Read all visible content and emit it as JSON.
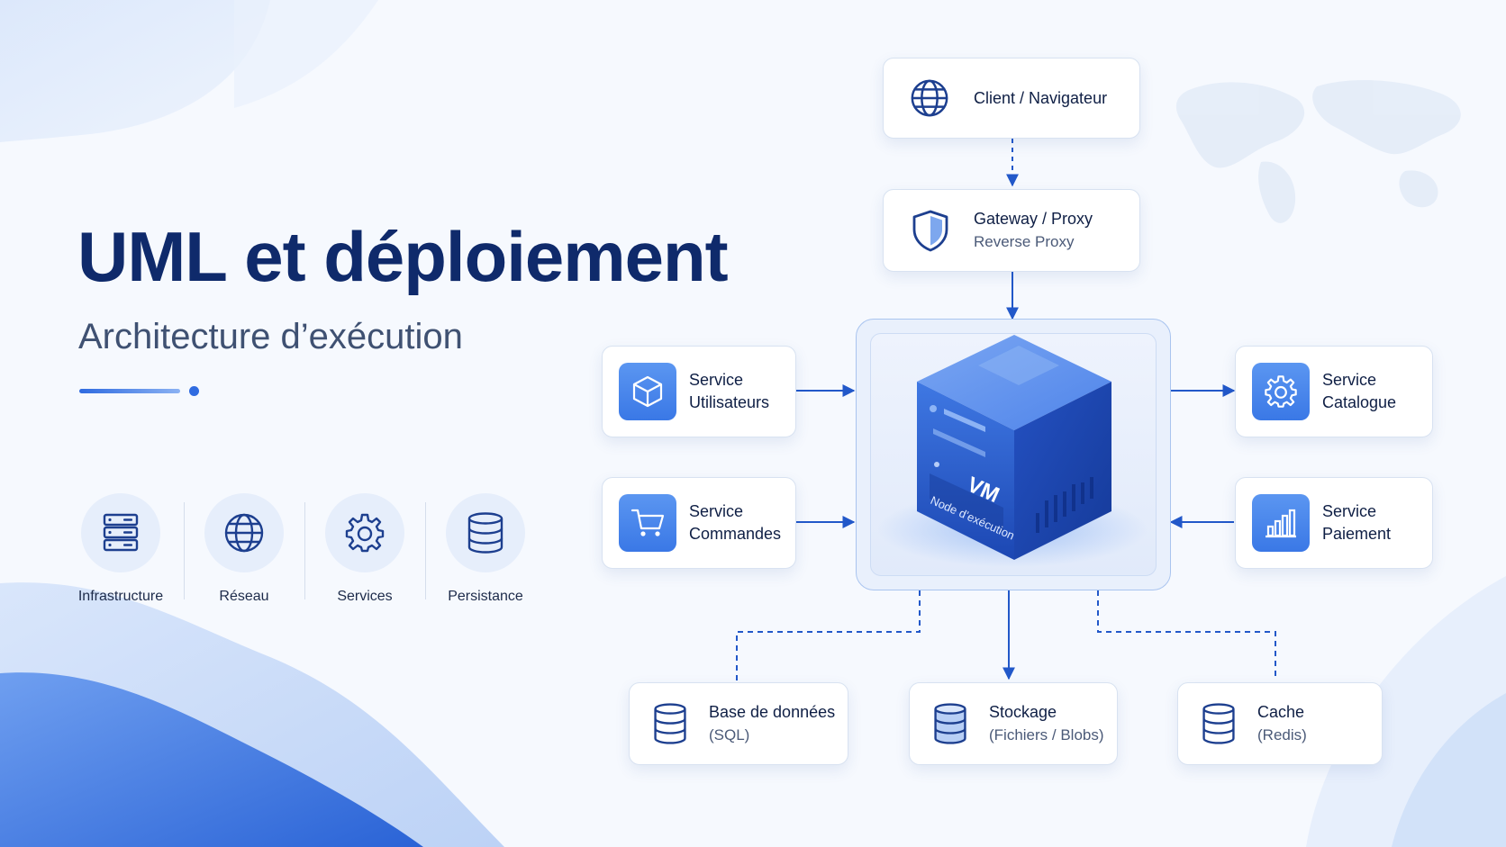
{
  "header": {
    "title": "UML et déploiement",
    "subtitle": "Architecture d’exécution"
  },
  "categories": [
    {
      "label": "Infrastructure",
      "icon": "server-rack-icon"
    },
    {
      "label": "Réseau",
      "icon": "globe-icon"
    },
    {
      "label": "Services",
      "icon": "gear-icon"
    },
    {
      "label": "Persistance",
      "icon": "database-icon"
    }
  ],
  "diagram": {
    "client": {
      "label": "Client / Navigateur",
      "icon": "globe-icon"
    },
    "gateway": {
      "label": "Gateway / Proxy",
      "sub": "Reverse Proxy",
      "icon": "shield-icon"
    },
    "vm": {
      "label": "VM",
      "sub": "Node d’exécution",
      "icon": "cube-server-icon"
    },
    "services_left": [
      {
        "line1": "Service",
        "line2": "Utilisateurs",
        "icon": "box-icon"
      },
      {
        "line1": "Service",
        "line2": "Commandes",
        "icon": "cart-icon"
      }
    ],
    "services_right": [
      {
        "line1": "Service",
        "line2": "Catalogue",
        "icon": "gear-icon"
      },
      {
        "line1": "Service",
        "line2": "Paiement",
        "icon": "bar-chart-icon"
      }
    ],
    "storage": [
      {
        "line1": "Base de données",
        "line2": "(SQL)",
        "icon": "database-icon"
      },
      {
        "line1": "Stockage",
        "line2": "(Fichiers / Blobs)",
        "icon": "database-icon"
      },
      {
        "line1": "Cache",
        "line2": "(Redis)",
        "icon": "database-icon"
      }
    ]
  },
  "colors": {
    "accent": "#2f6be0",
    "title": "#0f2a6b",
    "navy_icon": "#1d3f8f",
    "card_border": "#d8e2f1"
  }
}
